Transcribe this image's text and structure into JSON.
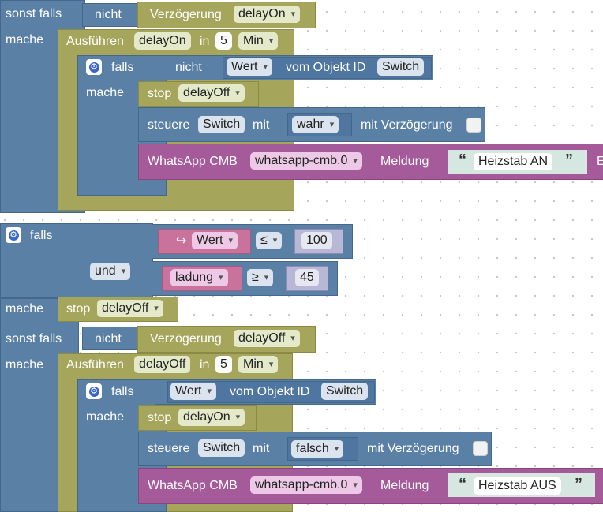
{
  "blocks": {
    "else_if_label": "sonst falls",
    "not_label": "nicht",
    "delay_label": "Verzögerung",
    "do_label": "mache",
    "execute_label": "Ausführen",
    "in_label": "in",
    "unit_label": "Min",
    "if_label": "falls",
    "value_label": "Wert",
    "object_id_label": "vom Objekt ID",
    "switch_obj": "Switch",
    "stop_label": "stop",
    "control_label": "steuere",
    "with_label": "mit",
    "with_delay_label": "mit Verzögerung",
    "whatsapp_label": "WhatsApp CMB",
    "whatsapp_instance": "whatsapp-cmb.0",
    "message_label": "Meldung",
    "and_label": "und",
    "truncated": "E"
  },
  "section1": {
    "delay_var": "delayOn",
    "exec_var": "delayOn",
    "minutes": "5",
    "stop_var": "delayOff",
    "value": "wahr",
    "message": "Heizstab AN"
  },
  "condition": {
    "var1": "Wert",
    "op1": "≤",
    "num1": "100",
    "var2": "ladung",
    "op2": "≥",
    "num2": "45",
    "stop_var": "delayOff"
  },
  "section2": {
    "delay_var": "delayOff",
    "exec_var": "delayOff",
    "minutes": "5",
    "stop_var": "delayOn",
    "value": "falsch",
    "message": "Heizstab AUS"
  },
  "colors": {
    "logic": "#5b80a5",
    "timer": "#a5a55b",
    "whatsapp": "#a55b9a",
    "workspace": "#ffffff"
  },
  "icons": {
    "mutator": "gear-icon",
    "variable": "return-arrow-icon"
  }
}
